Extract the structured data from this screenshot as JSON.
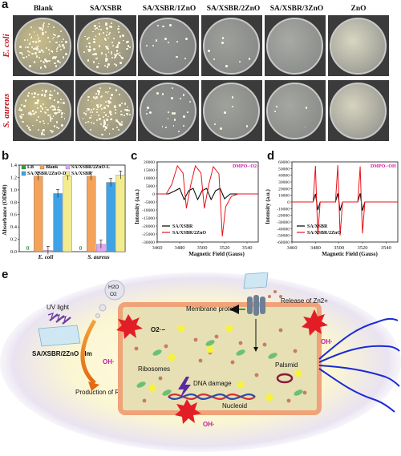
{
  "panel_a": {
    "letter": "a",
    "columns": [
      "Blank",
      "SA/XSBR",
      "SA/XSBR/1ZnO",
      "SA/XSBR/2ZnO",
      "SA/XSBR/3ZnO",
      "ZnO"
    ],
    "rows": [
      "E. coli",
      "S. aureus"
    ],
    "colony_density": [
      [
        1.0,
        0.95,
        0.12,
        0.06,
        0.0,
        0.0
      ],
      [
        1.0,
        1.0,
        0.22,
        0.05,
        0.04,
        0.0
      ]
    ]
  },
  "panel_b": {
    "letter": "b",
    "chart_data": {
      "type": "bar",
      "categories": [
        "E. coli",
        "S. aureus"
      ],
      "ylabel": "Absorbance (OD600)",
      "ylim": [
        0,
        1.4
      ],
      "yticks": [
        "0.0",
        "0.2",
        "0.4",
        "0.6",
        "0.8",
        "1.0",
        "1.2",
        "1.4"
      ],
      "series": [
        {
          "name": "LB",
          "color": "#2e9e3a",
          "values": [
            0.0,
            0.0
          ]
        },
        {
          "name": "Blank",
          "color": "#f5a25a",
          "values": [
            1.22,
            1.22
          ]
        },
        {
          "name": "SA/XSBR/2ZnO-L",
          "color": "#e2a6f0",
          "values": [
            0.02,
            0.12
          ]
        },
        {
          "name": "SA/XSBR/2ZnO-D",
          "color": "#3ea3e6",
          "values": [
            0.94,
            1.12
          ]
        },
        {
          "name": "SA/XSBR",
          "color": "#f3ec8e",
          "values": [
            1.22,
            1.24
          ]
        }
      ]
    }
  },
  "panel_c": {
    "letter": "c",
    "tag": "DMPO-·O2−",
    "chart_data": {
      "type": "line",
      "xlabel": "Magnetic Field (Gauss)",
      "ylabel": "Intensity (a.u.)",
      "xlim": [
        3460,
        3550
      ],
      "ylim": [
        -30000,
        20000
      ],
      "xticks": [
        "3460",
        "3480",
        "3500",
        "3520",
        "3540"
      ],
      "yticks": [
        "-30000",
        "-25000",
        "-20000",
        "-15000",
        "-10000",
        "-5000",
        "0",
        "5000",
        "10000",
        "15000",
        "20000"
      ],
      "series": [
        {
          "name": "SA/XSBR",
          "color": "#000000",
          "x": [
            3460,
            3470,
            3476,
            3480,
            3484,
            3488,
            3492,
            3496,
            3500,
            3504,
            3508,
            3512,
            3516,
            3520,
            3525,
            3530,
            3550
          ],
          "y": [
            0,
            0,
            2000,
            3500,
            -3500,
            2000,
            3500,
            -3500,
            2000,
            3500,
            -3500,
            2000,
            3500,
            -3000,
            0,
            0,
            0
          ]
        },
        {
          "name": "SA/XSBR/2ZnO",
          "color": "#e8131a",
          "x": [
            3460,
            3468,
            3473,
            3478,
            3483,
            3486,
            3490,
            3494,
            3499,
            3502,
            3506,
            3510,
            3515,
            3518,
            3521,
            3526,
            3532,
            3550
          ],
          "y": [
            0,
            0,
            6000,
            17500,
            13000,
            -9000,
            6000,
            17500,
            13000,
            -9000,
            6000,
            17000,
            12500,
            -26500,
            -8000,
            -1500,
            0,
            0
          ]
        }
      ]
    }
  },
  "panel_d": {
    "letter": "d",
    "tag": "DMPO-·OH",
    "chart_data": {
      "type": "line",
      "xlabel": "Magnetic Field (Gauss)",
      "ylabel": "Intensity (a.u.)",
      "xlim": [
        3460,
        3550
      ],
      "ylim": [
        -60000,
        60000
      ],
      "xticks": [
        "3460",
        "3480",
        "3500",
        "3520",
        "3540"
      ],
      "yticks": [
        "-60000",
        "-50000",
        "-40000",
        "-30000",
        "-20000",
        "-10000",
        "0",
        "10000",
        "20000",
        "30000",
        "40000",
        "50000",
        "60000"
      ],
      "series": [
        {
          "name": "SA/XSBR",
          "color": "#000000",
          "x": [
            3460,
            3470,
            3478,
            3480,
            3481,
            3482,
            3484,
            3490,
            3497,
            3499,
            3500,
            3501,
            3503,
            3510,
            3516,
            3518,
            3519,
            3520,
            3522,
            3535,
            3550
          ],
          "y": [
            0,
            0,
            0,
            12000,
            0,
            -12000,
            0,
            0,
            0,
            13000,
            0,
            -13000,
            0,
            0,
            0,
            13000,
            0,
            -13000,
            0,
            0,
            0
          ]
        },
        {
          "name": "SA/XSBR/2ZnO",
          "color": "#e8131a",
          "x": [
            3460,
            3470,
            3478,
            3480,
            3481,
            3482,
            3484,
            3490,
            3497,
            3499,
            3500,
            3501,
            3503,
            3510,
            3516,
            3518,
            3519,
            3520,
            3522,
            3535,
            3550
          ],
          "y": [
            0,
            0,
            0,
            54000,
            0,
            -49000,
            0,
            0,
            0,
            55000,
            0,
            -50000,
            0,
            0,
            0,
            53000,
            0,
            -47000,
            0,
            0,
            0
          ]
        }
      ]
    }
  },
  "panel_e": {
    "letter": "e",
    "labels": {
      "uv_light": "UV light",
      "film": "SA/XSBR/2ZnO film",
      "h2o": "H2O",
      "o2": "O2",
      "production": "Production of ROS",
      "membrane_protein": "Membrane protein",
      "release": "Release of Zn2+",
      "o2_radical": "O2·−",
      "oh_radical": "OH·",
      "ribosomes": "Ribosomes",
      "dna_damage": "DNA damage",
      "nucleoid": "Nucleoid",
      "plasmid": "Palsmid"
    }
  }
}
